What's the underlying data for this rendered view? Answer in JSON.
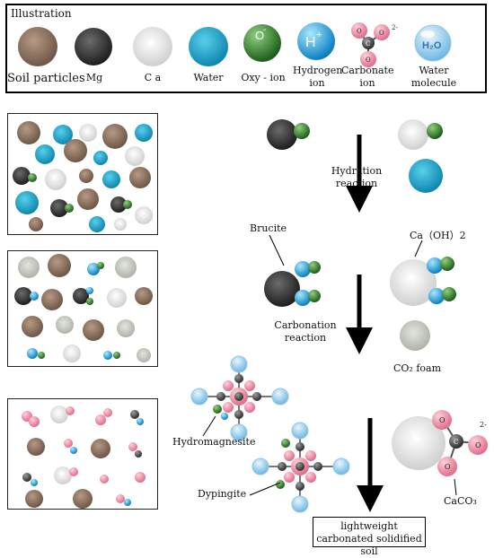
{
  "legend": {
    "title": "Illustration",
    "items": [
      {
        "key": "soil",
        "label": "Soil particles"
      },
      {
        "key": "mg",
        "label": "Mg"
      },
      {
        "key": "ca",
        "label": "C a"
      },
      {
        "key": "water",
        "label": "Water"
      },
      {
        "key": "oxy",
        "label": "Oxy - ion"
      },
      {
        "key": "hydrogen",
        "label": "Hydrogen ion"
      },
      {
        "key": "carbonate",
        "label": "Carbonate ion"
      },
      {
        "key": "watermol",
        "label": "Water molecule"
      }
    ],
    "hydrogen_symbol": "H",
    "hydrogen_charge": "+",
    "oxy_symbol": "O",
    "oxy_charge": "-",
    "carbonate_center": "C",
    "carbonate_o": "O",
    "carbonate_charge": "2-",
    "water_molecule_text": "H₂O"
  },
  "labels": {
    "hydration": "Hydration reaction",
    "brucite": "Brucite",
    "caoh2": "Ca（OH）2",
    "carbonation": "Carbonation reaction",
    "co2foam": "CO₂ foam",
    "hydromagnesite": "Hydromagnesite",
    "dypingite": "Dypingite",
    "caco3": "CaCO₃",
    "final": "lightweight carbonated solidified soil"
  },
  "colors": {
    "soil": "#8a6f5c",
    "mg": "#3b3b3b",
    "ca": "#e6e6e6",
    "water": "#1fa8c9",
    "oxy": "#2f7a2a",
    "hydrogen": "#16a3dc",
    "carbonate": "#ee8fa6",
    "foam": "#c9ccc4"
  }
}
